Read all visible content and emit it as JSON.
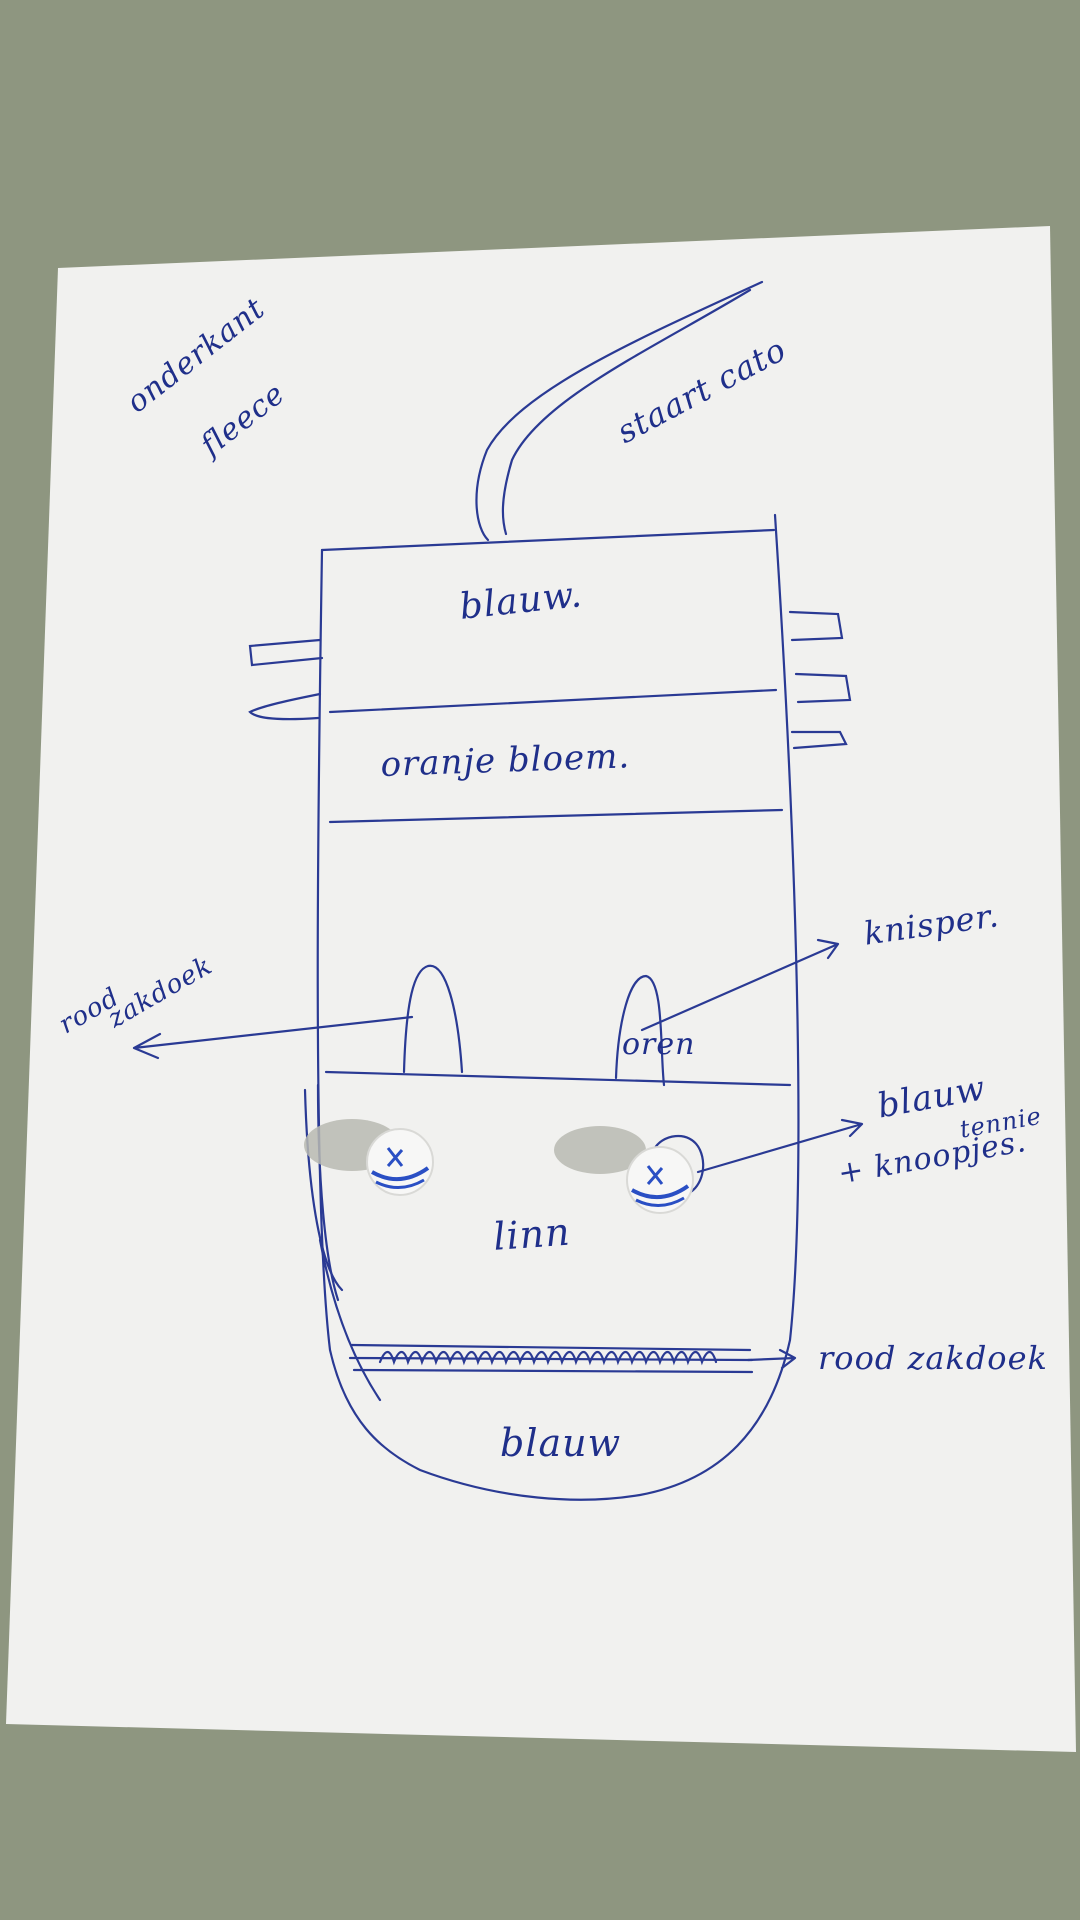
{
  "photo": {
    "colors": {
      "table": "#8e9680",
      "paper": "#f1f1ef",
      "ink": "#1f2f8a",
      "button_glaze": "#2a4fc4"
    }
  },
  "notes": {
    "underside": "onderkant",
    "fleece": "fleece",
    "tail": "staart cato",
    "band_top": "blauw.",
    "band_orange": "oranje bloem.",
    "handkerchief_left_1": "rood",
    "handkerchief_left_2": "zakdoek",
    "snaps": "knisper.",
    "ears": "oren",
    "buttons_1": "blauw",
    "buttons_2": "tennie",
    "buttons_3": "+ knoopjes.",
    "linen": "linn",
    "handkerchief_right": "rood zakdoek",
    "band_bottom": "blauw"
  }
}
